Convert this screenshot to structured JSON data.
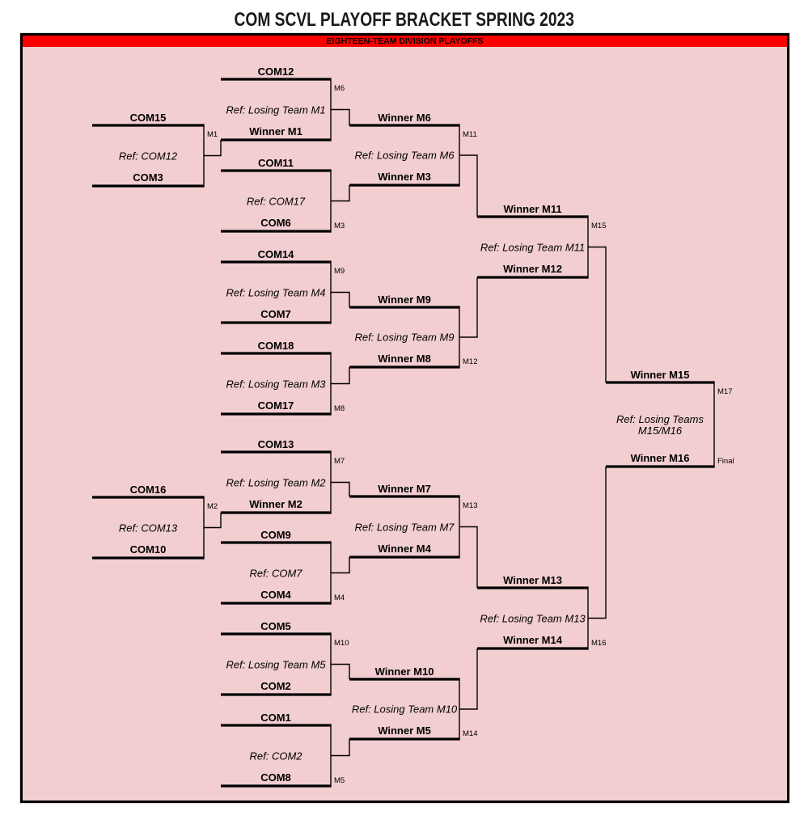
{
  "header": {
    "title": "COM SCVL PLAYOFF BRACKET SPRING 2023",
    "banner": "EIGHTEEN-TEAM DIVISION PLAYOFFS"
  },
  "colors": {
    "field_pink": "#f2ced0",
    "banner_red": "#fe0000",
    "line_black": "#000000",
    "page_white": "#ffffff"
  },
  "bracket": {
    "matches": {
      "m1": {
        "top": "COM15",
        "ref": "Ref: COM12",
        "bottom": "COM3",
        "label": "M1"
      },
      "m2": {
        "top": "COM16",
        "ref": "Ref: COM13",
        "bottom": "COM10",
        "label": "M2"
      },
      "m3": {
        "top": "COM11",
        "ref": "Ref: COM17",
        "bottom": "COM6",
        "label": "M3"
      },
      "m4": {
        "top": "COM9",
        "ref": "Ref: COM7",
        "bottom": "COM4",
        "label": "M4"
      },
      "m5": {
        "top": "COM1",
        "ref": "Ref: COM2",
        "bottom": "COM8",
        "label": "M5"
      },
      "m6": {
        "top": "COM12",
        "ref": "Ref: Losing Team M1",
        "bottom": "Winner M1",
        "label": "M6"
      },
      "m7": {
        "top": "COM13",
        "ref": "Ref: Losing Team M2",
        "bottom": "Winner M2",
        "label": "M7"
      },
      "m8": {
        "top": "COM18",
        "ref": "Ref: Losing Team M3",
        "bottom": "COM17",
        "label": "M8"
      },
      "m9": {
        "top": "COM14",
        "ref": "Ref: Losing Team M4",
        "bottom": "COM7",
        "label": "M9"
      },
      "m10": {
        "top": "COM5",
        "ref": "Ref: Losing Team M5",
        "bottom": "COM2",
        "label": "M10"
      },
      "m11": {
        "top": "Winner M6",
        "ref": "Ref: Losing Team M6",
        "bottom": "Winner M3",
        "label": "M11"
      },
      "m12": {
        "top": "Winner M9",
        "ref": "Ref: Losing Team M9",
        "bottom": "Winner M8",
        "label": "M12"
      },
      "m13": {
        "top": "Winner M7",
        "ref": "Ref: Losing Team M7",
        "bottom": "Winner M4",
        "label": "M13"
      },
      "m14": {
        "top": "Winner M10",
        "ref": "Ref: Losing Team M10",
        "bottom": "Winner M5",
        "label": "M14"
      },
      "m15": {
        "top": "Winner M11",
        "ref": "Ref: Losing Team M11",
        "bottom": "Winner M12",
        "label": "M15"
      },
      "m16": {
        "top": "Winner M13",
        "ref": "Ref: Losing Team M13",
        "bottom": "Winner M14",
        "label": "M16"
      },
      "m17": {
        "top": "Winner M15",
        "ref": "Ref: Losing Teams\nM15/M16",
        "bottom": "Winner M16",
        "label": "M17",
        "final_label": "Final"
      }
    }
  }
}
